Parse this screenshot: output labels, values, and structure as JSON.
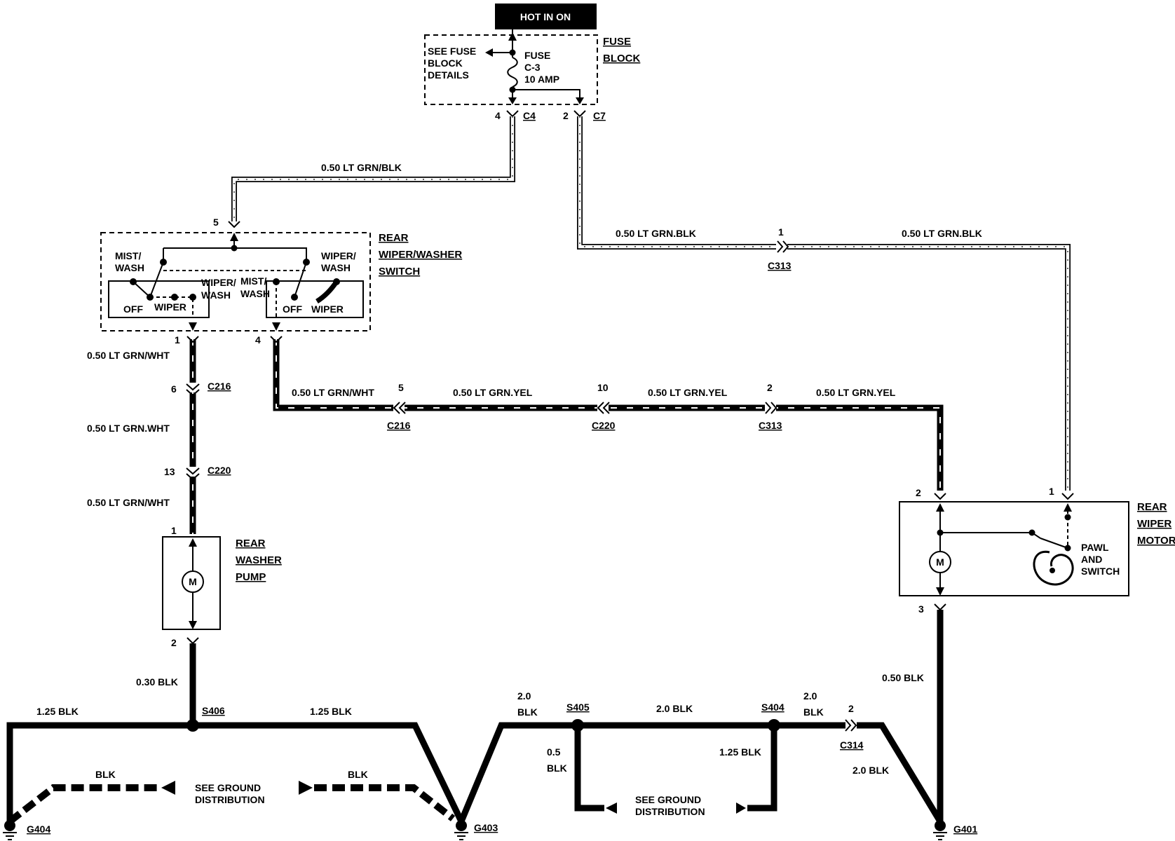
{
  "header": {
    "hot_label": "HOT IN ON"
  },
  "fuse_block": {
    "title_line1": "FUSE",
    "title_line2": "BLOCK",
    "see_line1": "SEE FUSE",
    "see_line2": "BLOCK",
    "see_line3": "DETAILS",
    "fuse_line1": "FUSE",
    "fuse_line2": "C-3",
    "fuse_line3": "10 AMP",
    "c4_pin": "4",
    "c4": "C4",
    "c7_pin": "2",
    "c7": "C7"
  },
  "switch": {
    "title_line1": "REAR",
    "title_line2": "WIPER/WASHER",
    "title_line3": "SWITCH",
    "pin_top": "5",
    "left_mist": "MIST/",
    "left_wash": "WASH",
    "left_off": "OFF",
    "left_wiper": "WIPER",
    "mid_wiper": "WIPER/",
    "mid_wash": "WASH",
    "mid_mist": "MIST/",
    "mid_wash2": "WASH",
    "right_wiper_wash": "WIPER/",
    "right_wash": "WASH",
    "right_off": "OFF",
    "right_wiper": "WIPER",
    "pin_left": "1",
    "pin_right": "4"
  },
  "wires": {
    "top_left": "0.50 LT GRN/BLK",
    "top_right_a": "0.50 LT GRN.BLK",
    "top_right_b": "0.50 LT GRN.BLK",
    "left_1": "0.50 LT GRN/WHT",
    "left_2": "0.50 LT GRN.WHT",
    "left_3": "0.50 LT GRN/WHT",
    "mid_a": "0.50 LT GRN/WHT",
    "mid_b": "0.50 LT GRN.YEL",
    "mid_c": "0.50 LT GRN.YEL",
    "mid_d": "0.50 LT GRN.YEL",
    "pump_gnd": "0.30 BLK",
    "motor_gnd": "0.50 BLK",
    "bot_1": "1.25 BLK",
    "bot_2": "1.25 BLK",
    "bot_3a": "2.0",
    "bot_3b": "BLK",
    "bot_4": "2.0 BLK",
    "bot_5a": "2.0",
    "bot_5b": "BLK",
    "bot_6": "2.0 BLK",
    "s405_drop_a": "0.5",
    "s405_drop_b": "BLK",
    "s404_drop": "1.25 BLK"
  },
  "connectors": {
    "c313_top_pin": "1",
    "c313_top": "C313",
    "c216_left_pin": "6",
    "c216_left": "C216",
    "c220_left_pin": "13",
    "c220_left": "C220",
    "c216_mid_pin": "5",
    "c216_mid": "C216",
    "c220_mid_pin": "10",
    "c220_mid": "C220",
    "c313_mid_pin": "2",
    "c313_mid": "C313",
    "c314_pin": "2",
    "c314": "C314"
  },
  "pump": {
    "title_line1": "REAR",
    "title_line2": "WASHER",
    "title_line3": "PUMP",
    "pin_top": "1",
    "pin_bottom": "2",
    "motor_symbol": "M"
  },
  "wiper_motor": {
    "title_line1": "REAR",
    "title_line2": "WIPER",
    "title_line3": "MOTOR",
    "pin_2": "2",
    "pin_1": "1",
    "pin_3": "3",
    "pawl_line1": "PAWL",
    "pawl_line2": "AND",
    "pawl_line3": "SWITCH",
    "motor_symbol": "M"
  },
  "splices": {
    "s406": "S406",
    "s405": "S405",
    "s404": "S404"
  },
  "grounds": {
    "g404": "G404",
    "g403": "G403",
    "g401": "G401",
    "blk_left": "BLK",
    "blk_right": "BLK",
    "see_left_1": "SEE GROUND",
    "see_left_2": "DISTRIBUTION",
    "see_right_1": "SEE GROUND",
    "see_right_2": "DISTRIBUTION"
  }
}
